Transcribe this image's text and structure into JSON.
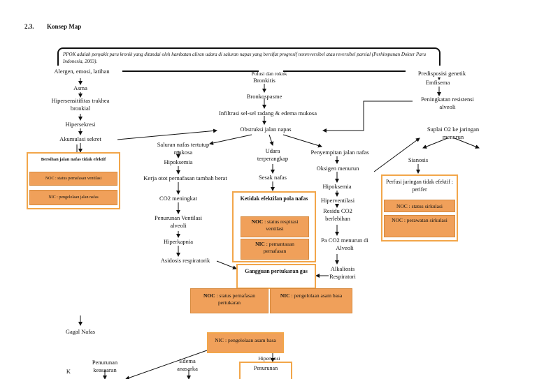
{
  "section": {
    "number": "2.3.",
    "title": "Konsep Map"
  },
  "definition": "PPOK adalah penyakit paru kronik yang ditandai oleh hambatan aliran udara di saluran napas yang bersifat progresif nonreversibel atau reversibel parsial (Perhimpunan Dokter Paru Indonesia, 2003).",
  "factors": {
    "left": "Alergen, emosi, latihan",
    "center": "Polusi dan rokok",
    "right": "Predisposisi genetik"
  },
  "left_chain": [
    "Asma",
    "Hipersensitifitas trakhea bronkial",
    "Hipersekresi",
    "Akumulasi sekret"
  ],
  "center_chain": [
    "Bronkitis",
    "Bronkospasme",
    "Infiltrasi sel-sel radang & edema mukosa",
    "Obstruksi jalan napas"
  ],
  "right_chain": [
    "Emfisema",
    "Peningkatan resistensi alveoli"
  ],
  "branches": {
    "saluran": "Saluran nafas tertutup mukosa",
    "udara": "Udara terperangkap",
    "penyempitan": "Penyempitan jalan nafas"
  },
  "col1": [
    "Hipoksemia",
    "Kerja otot pernafasan tambah berat",
    "CO2 meningkat",
    "Penurunan Ventilasi alveoli",
    "Hiperkapnia",
    "Asidosis respiratorik"
  ],
  "col2": [
    "Sesak nafas"
  ],
  "col3": [
    "Oksigen menurun",
    "Hipoksemia",
    "Hiperventilasi",
    "Residu CO2 berlebihan",
    "Pa CO2 menurun di Alveoli",
    "Alkaliosis Respiratori"
  ],
  "col4": [
    "Suplai O2 ke jaringan menurun",
    "Sianosis"
  ],
  "boxes": {
    "bersihan": {
      "title": "Bersihan jalan nafas tidak efektif",
      "noc": "NOC : status pernafasan ventilasi",
      "nic": "NIC : pengelolaan jalan nafas"
    },
    "pola": {
      "title": "Ketidak efektifan pola nafas",
      "noc_label": "NOC",
      "noc": ": status respirasi ventilasi",
      "nic_label": "NIC",
      "nic": ": pemantauan pernafasan"
    },
    "perfusi": {
      "title": "Perfusi jaringan tidak efektif : perifer",
      "noc": "NOC : status sirkulasi",
      "nic": "NOC : perawatan sirkulasi"
    },
    "gangguan": {
      "title": "Gangguan pertukaran gas",
      "noc_label": "NOC",
      "noc": ": status pernafasan pertukaran",
      "nic_label": "NIC",
      "nic": ": pengelolaan asam basa"
    }
  },
  "bottom": {
    "gagal": "Gagal Nafas",
    "nic_box": "NIC : pengelolaan asam basa",
    "k": "K",
    "penurunan1": "Penurunan keasaaran",
    "edema": "Edema anasarka",
    "hipertensi": "Hipertensi",
    "penurunan2": "Penurunan"
  }
}
